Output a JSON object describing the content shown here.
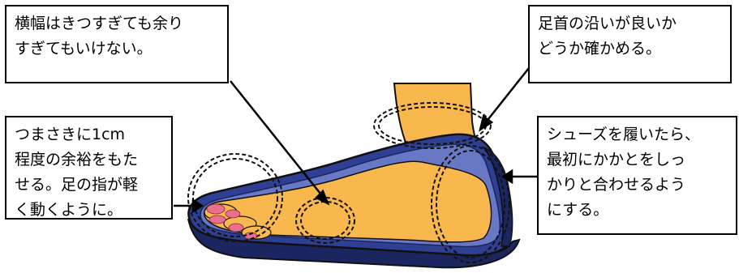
{
  "callouts": {
    "width": {
      "lines": [
        "横幅はきつすぎても余り",
        "すぎてもいけない。"
      ]
    },
    "ankle": {
      "lines": [
        "足首の沿いが良いか",
        "どうか確かめる。"
      ]
    },
    "toe": {
      "lines": [
        "つまさきに1cm",
        "程度の余裕をもた",
        "せる。足の指が軽",
        "く動くように。"
      ]
    },
    "heel": {
      "lines": [
        "シューズを履いたら、",
        "最初にかかとをしっ",
        "かりと合わせるよう",
        "にする。"
      ]
    }
  },
  "colors": {
    "skin": "#F8B84E",
    "shoe_upper": "#2F3F93",
    "shoe_lining": "#6878C4",
    "sole": "#1B255F",
    "toenail": "#E9708C",
    "outline": "#111111"
  }
}
